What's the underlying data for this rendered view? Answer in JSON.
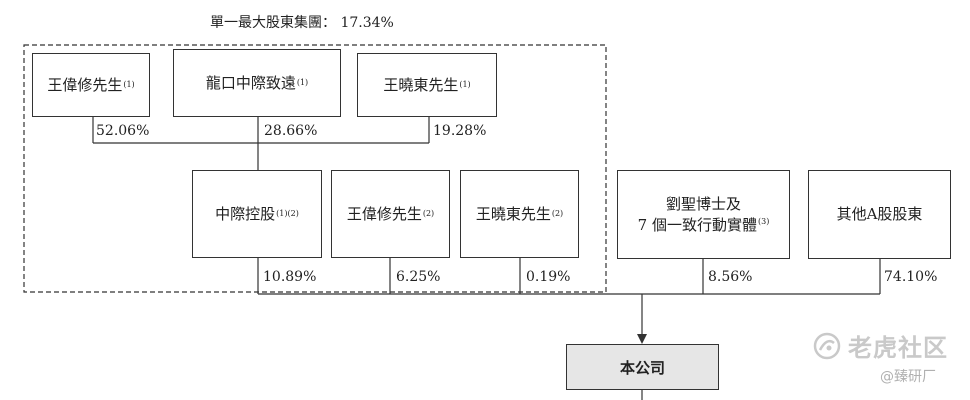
{
  "group_title": "單一最大股東集團： 17.34%",
  "top_holders": [
    {
      "name": "王偉修先生",
      "note": "(1)",
      "pct": "52.06%"
    },
    {
      "name": "龍口中際致遠",
      "note": "(1)",
      "pct": "28.66%"
    },
    {
      "name": "王曉東先生",
      "note": "(1)",
      "pct": "19.28%"
    }
  ],
  "mid_holders": [
    {
      "name": "中際控股",
      "note": "(1)(2)",
      "pct": "10.89%"
    },
    {
      "name": "王偉修先生",
      "note": "(2)",
      "pct": "6.25%"
    },
    {
      "name": "王曉東先生",
      "note": "(2)",
      "pct": "0.19%"
    }
  ],
  "other_holders": [
    {
      "name_line1": "劉聖博士及",
      "name_line2": "7 個一致行動實體",
      "note": "(3)",
      "pct": "8.56%"
    },
    {
      "name": "其他A股股東",
      "pct": "74.10%"
    }
  ],
  "company": "本公司",
  "watermark": {
    "brand": "老虎社区",
    "handle": "@臻研厂"
  }
}
